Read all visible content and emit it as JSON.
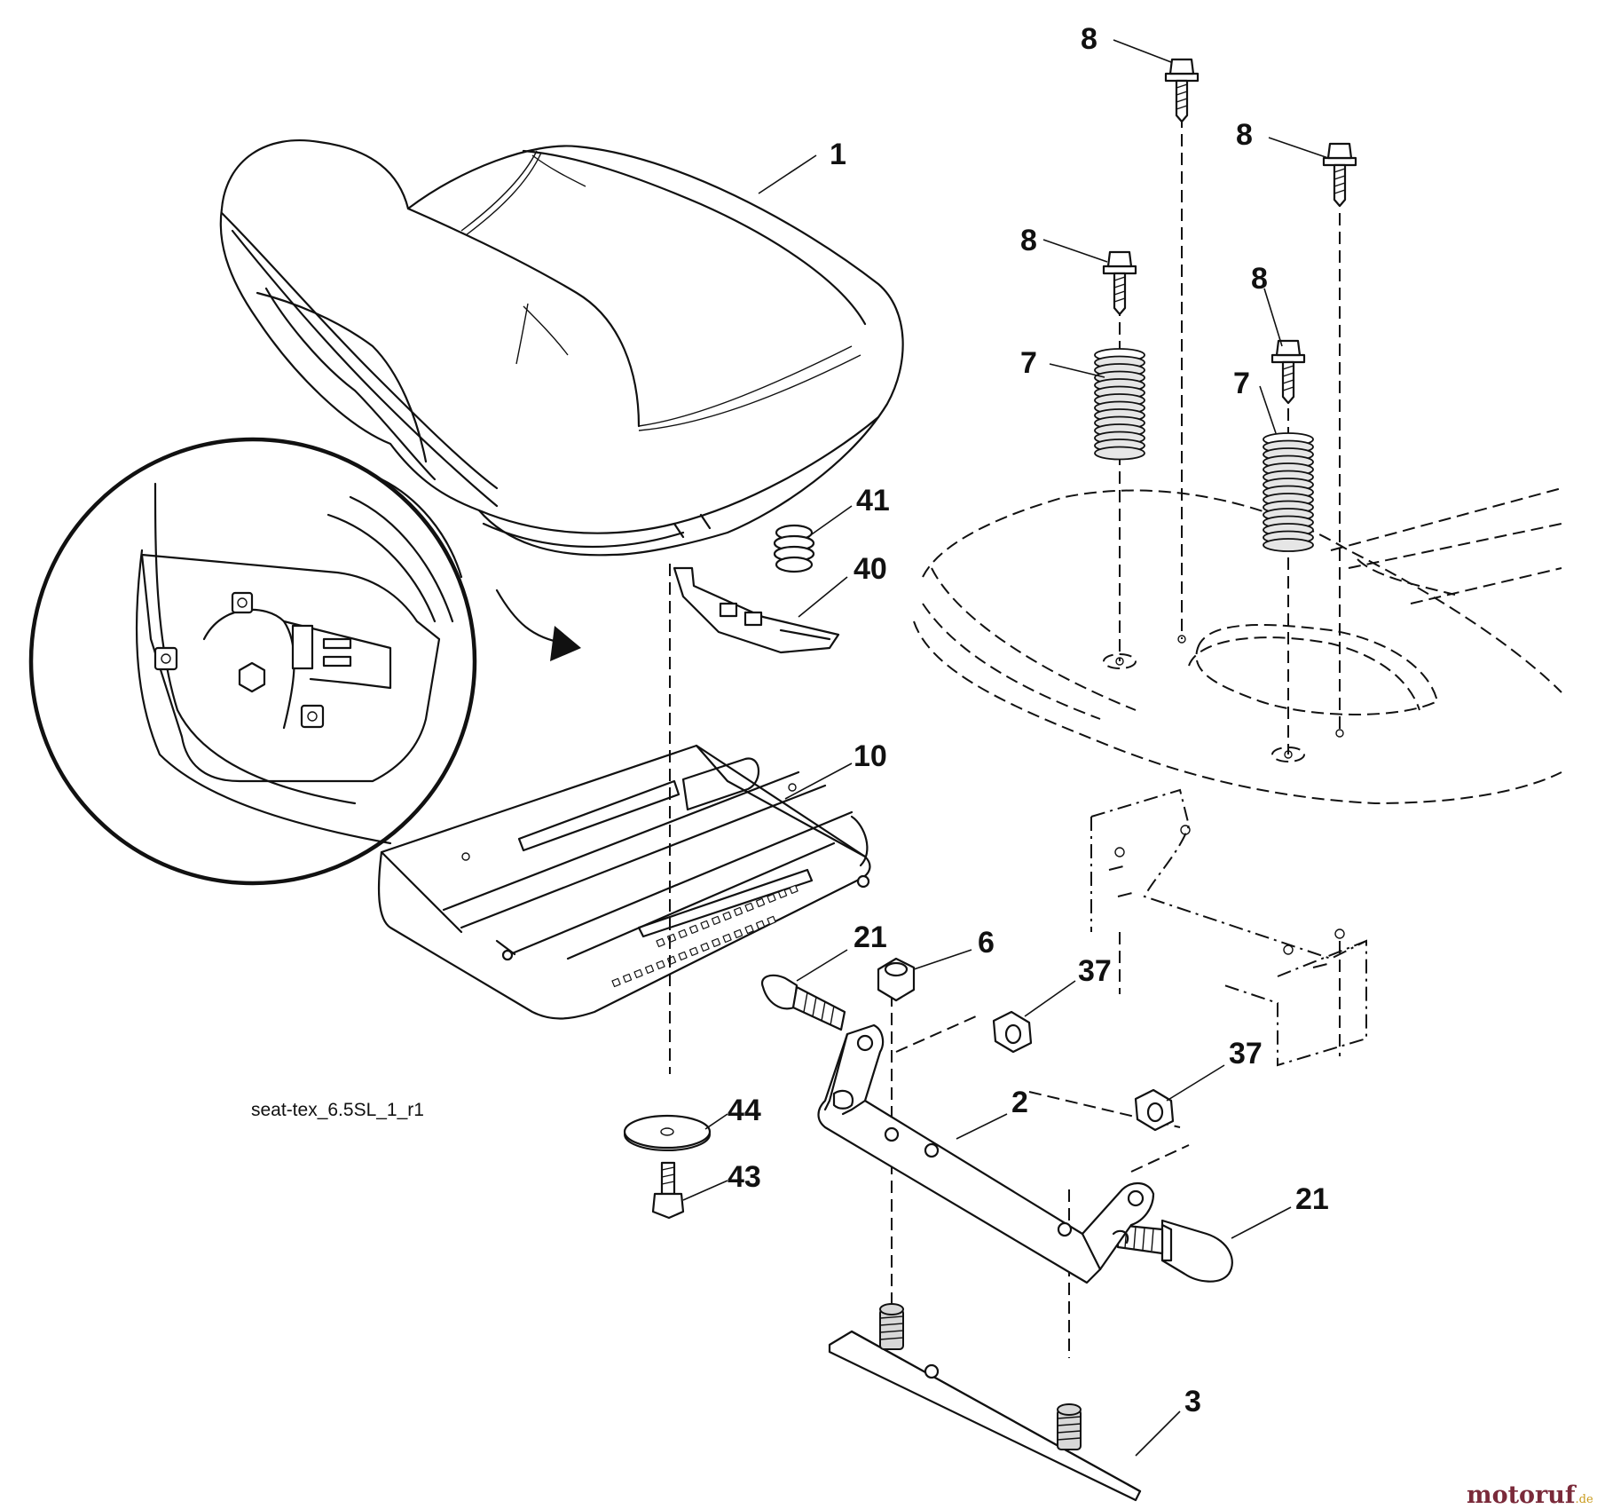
{
  "diagram": {
    "reference_code": "seat-tex_6.5SL_1_r1",
    "watermark": {
      "brand": "motoruf",
      "suffix": ".de",
      "brand_color": "#7a2a3a",
      "suffix_color": "#c99a1a"
    },
    "callouts": [
      {
        "id": "c1",
        "label": "1"
      },
      {
        "id": "c8a",
        "label": "8"
      },
      {
        "id": "c8b",
        "label": "8"
      },
      {
        "id": "c8c",
        "label": "8"
      },
      {
        "id": "c8d",
        "label": "8"
      },
      {
        "id": "c7a",
        "label": "7"
      },
      {
        "id": "c7b",
        "label": "7"
      },
      {
        "id": "c41",
        "label": "41"
      },
      {
        "id": "c40",
        "label": "40"
      },
      {
        "id": "c10",
        "label": "10"
      },
      {
        "id": "c21a",
        "label": "21"
      },
      {
        "id": "c6",
        "label": "6"
      },
      {
        "id": "c37a",
        "label": "37"
      },
      {
        "id": "c37b",
        "label": "37"
      },
      {
        "id": "c2",
        "label": "2"
      },
      {
        "id": "c44",
        "label": "44"
      },
      {
        "id": "c43",
        "label": "43"
      },
      {
        "id": "c21b",
        "label": "21"
      },
      {
        "id": "c3",
        "label": "3"
      }
    ]
  }
}
